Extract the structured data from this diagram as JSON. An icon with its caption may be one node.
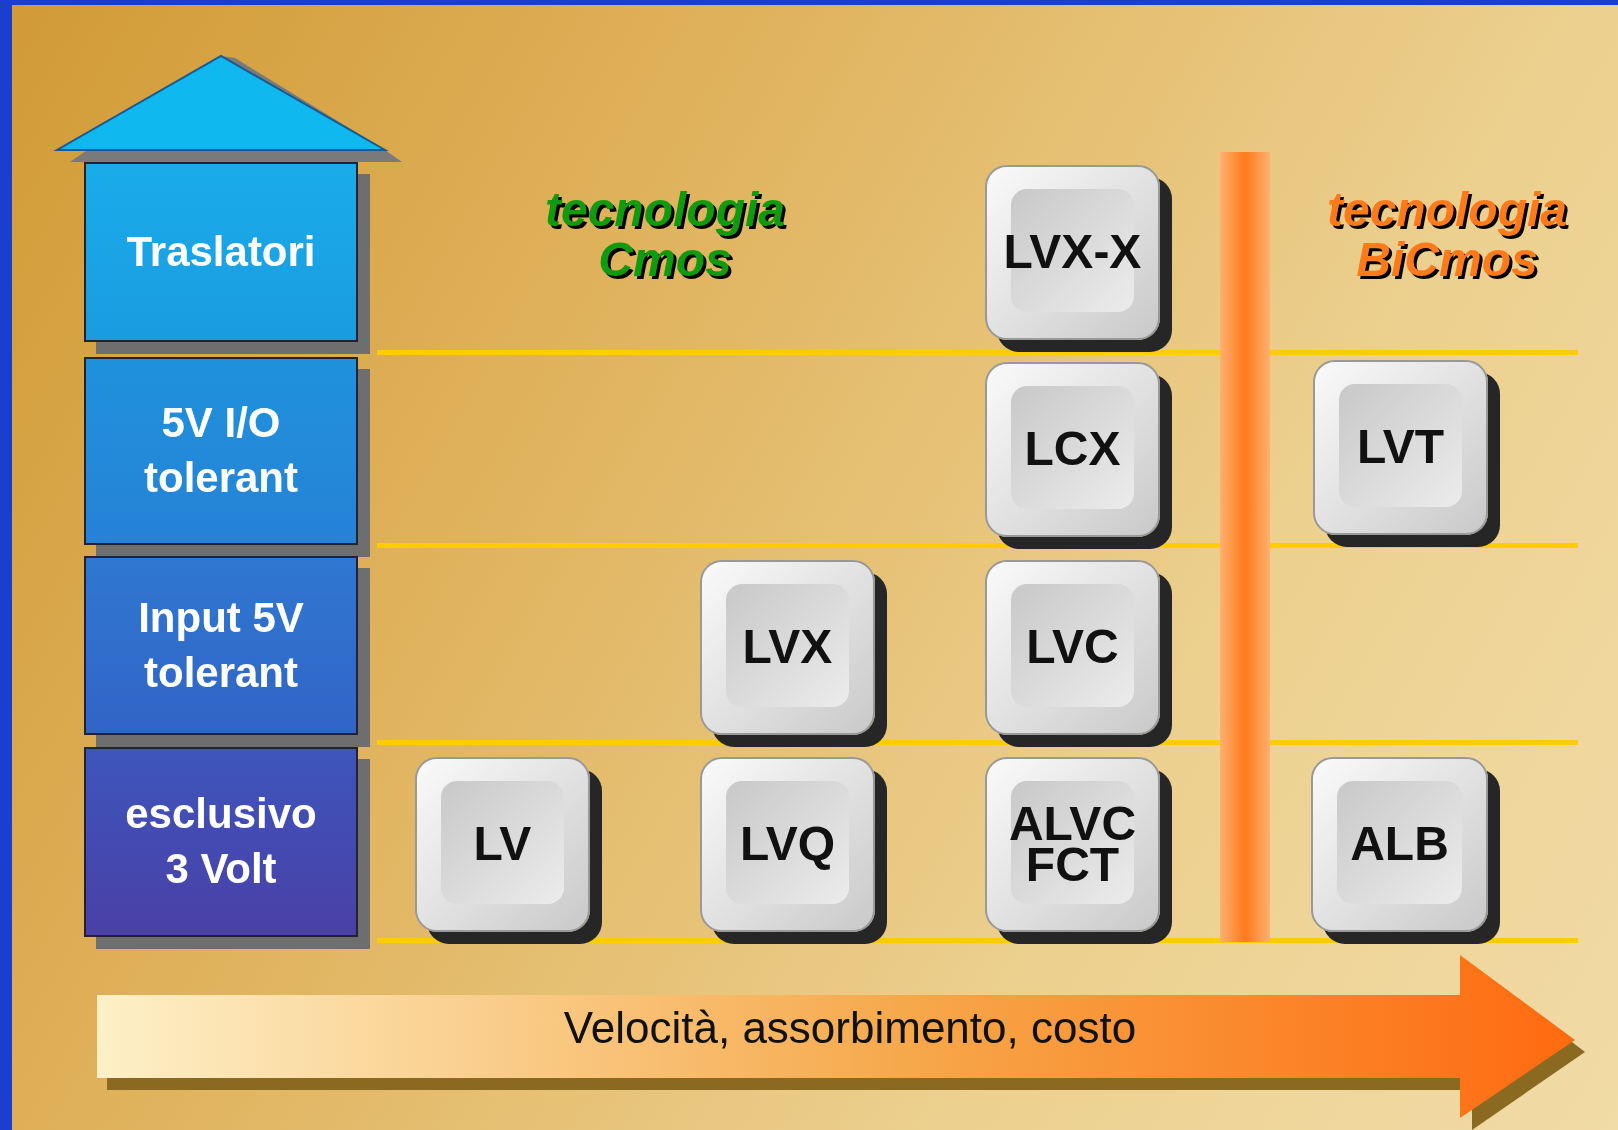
{
  "diagram": {
    "nodes": [
      {
        "text": [
          "Traslatori"
        ]
      },
      {
        "text": [
          "5V I/O tolerant"
        ]
      },
      {
        "text": [
          "Input 5V tolerant"
        ]
      },
      {
        "text": [
          "esclusivo 3 Volt"
        ]
      },
      {
        "text": [
          "LVX-X"
        ]
      },
      {
        "text": [
          "LCX"
        ]
      },
      {
        "text": [
          "LVT"
        ]
      },
      {
        "text": [
          "LVX"
        ]
      },
      {
        "text": [
          "LVC"
        ]
      },
      {
        "text": [
          "LV"
        ]
      },
      {
        "text": [
          "LVQ"
        ]
      },
      {
        "text": [
          "ALVC FCT"
        ]
      },
      {
        "text": [
          "ALB"
        ]
      },
      {
        "text": [],
        "shape": "bar"
      }
    ],
    "edges": [],
    "labels": [
      "tecnologia Cmos",
      "tecnologia BiCmos",
      "Velocità, assorbimento, costo"
    ]
  }
}
